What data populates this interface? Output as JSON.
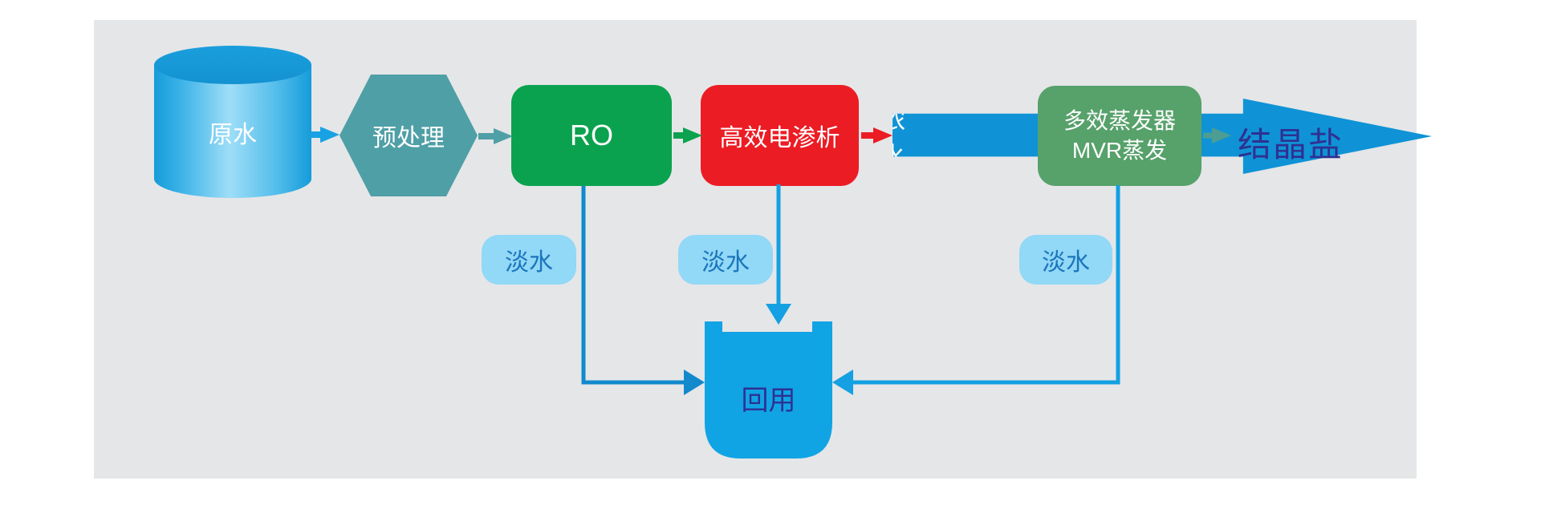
{
  "panel": {
    "bg_color": "#e5e6e8"
  },
  "nodes": {
    "raw_water": {
      "label": "原水",
      "shape": "cylinder",
      "color": "#159cd9",
      "text_color": "#ffffff"
    },
    "pretreatment": {
      "label": "预处理",
      "shape": "hexagon",
      "color": "#4f9fa6",
      "text_color": "#ffffff"
    },
    "ro": {
      "label": "RO",
      "shape": "rounded-box",
      "color": "#0aa24e",
      "text_color": "#ffffff"
    },
    "electrodialysis": {
      "label": "高效电渗析",
      "shape": "rounded-box",
      "color": "#ec1c24",
      "text_color": "#ffffff"
    },
    "concentrate": {
      "label": "浓水",
      "shape": "block-arrow",
      "color": "#0f93d6",
      "text_color": "#ffffff"
    },
    "evaporator": {
      "label_line1": "多效蒸发器",
      "label_line2": "MVR蒸发",
      "shape": "rounded-box",
      "color": "#57a16b",
      "text_color": "#ffffff"
    },
    "crystal_salt": {
      "label": "结晶盐",
      "shape": "text",
      "text_color": "#2e3192"
    },
    "fresh_water": {
      "label": "淡水",
      "shape": "pill",
      "color": "#92d8f7",
      "text_color": "#1b75bc",
      "count": 3
    },
    "reuse": {
      "label": "回用",
      "shape": "tank",
      "color": "#10a4e5",
      "text_color": "#2e3192"
    }
  },
  "connectors": {
    "raw_to_pre": {
      "from": "原水",
      "to": "预处理",
      "color": "#18a2e4"
    },
    "pre_to_ro": {
      "from": "预处理",
      "to": "RO",
      "color": "#4f9fa6"
    },
    "ro_to_ed": {
      "from": "RO",
      "to": "高效电渗析",
      "color": "#0aa24e"
    },
    "ed_to_conc": {
      "from": "高效电渗析",
      "to": "浓水",
      "color": "#ec1c24"
    },
    "conc_to_ev": {
      "from": "浓水",
      "to": "多效蒸发器MVR蒸发",
      "color": "#0f93d6"
    },
    "ev_to_salt": {
      "from": "多效蒸发器MVR蒸发",
      "to": "结晶盐",
      "color": "#4d9d92"
    },
    "ro_to_reuse": {
      "from": "RO",
      "to": "回用",
      "color": "#1189cc"
    },
    "ed_to_reuse": {
      "from": "高效电渗析",
      "to": "回用",
      "color": "#14a0e2"
    },
    "ev_to_reuse": {
      "from": "多效蒸发器MVR蒸发",
      "to": "回用",
      "color": "#14a0e2"
    }
  }
}
